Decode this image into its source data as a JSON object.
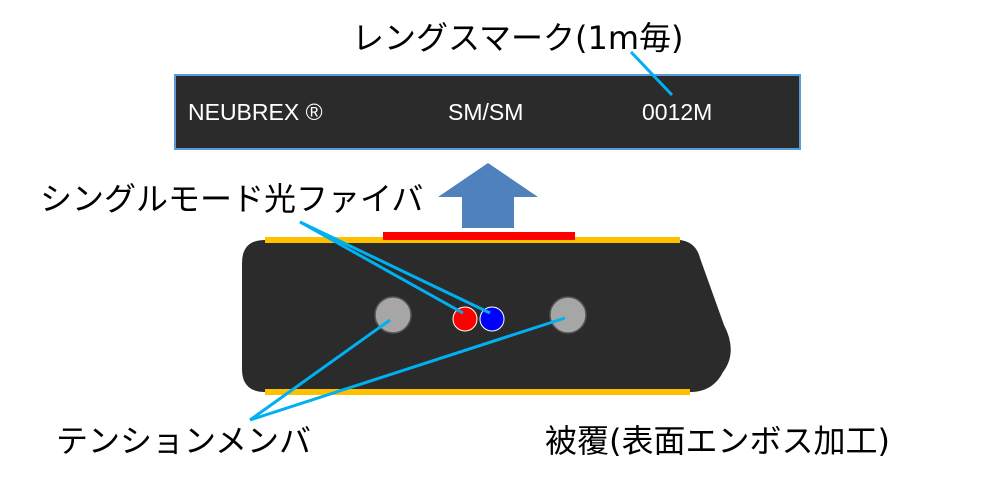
{
  "labels": {
    "length_mark": "レングスマーク(1m毎)",
    "single_mode_fiber": "シングルモード光ファイバ",
    "tension_member": "テンションメンバ",
    "coating": "被覆(表面エンボス加工)"
  },
  "print_strip": {
    "brand": "NEUBREX ®",
    "fiber_type": "SM/SM",
    "length_marker": "0012M"
  },
  "colors": {
    "cable_body": "#2b2b2b",
    "edge_stripe": "#ffc000",
    "top_marker": "#ff0000",
    "arrow": "#4f81bd",
    "leader_line": "#00b0f0",
    "fiber_red": "#ff0000",
    "fiber_blue": "#0000ff",
    "tension_member": "#a6a6a6"
  }
}
